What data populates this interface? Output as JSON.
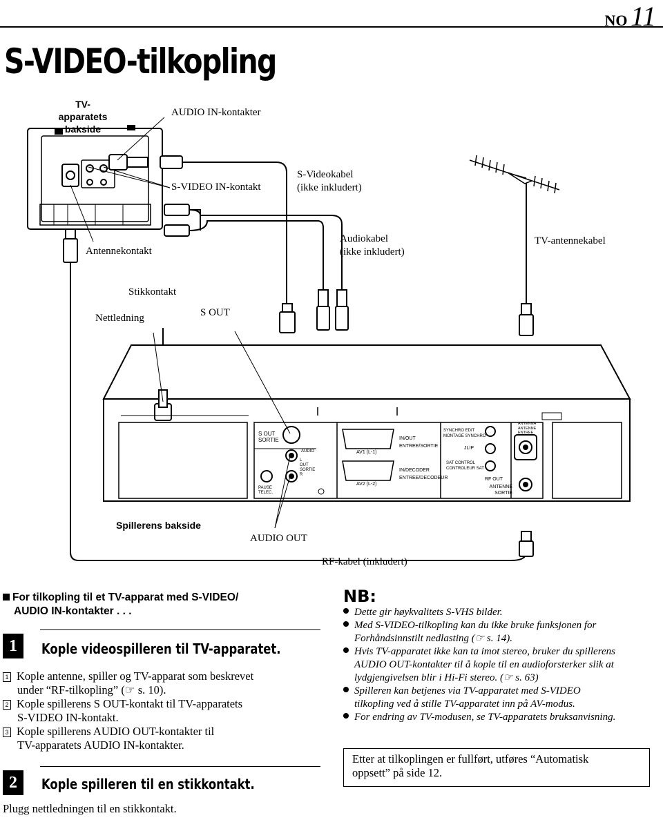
{
  "header": {
    "lang": "NO",
    "page_number": "11",
    "title": "S-VIDEO-tilkopling"
  },
  "diagram": {
    "tv_back_label_line1": "TV-apparatets",
    "tv_back_label_line2": "bakside",
    "audio_in_label": "AUDIO IN-kontakter",
    "svideo_in_label": "S-VIDEO IN-kontakt",
    "svideo_cable_line1": "S-Videokabel",
    "svideo_cable_line2": "(ikke inkludert)",
    "antenna_jack_label": "Antennekontakt",
    "audio_cable_line1": "Audiokabel",
    "audio_cable_line2": "(ikke inkludert)",
    "tv_antenna_cable_label": "TV-antennekabel",
    "outlet_label": "Stikkontakt",
    "power_cord_label": "Nettledning",
    "s_out_label": "S OUT",
    "player_back_label": "Spillerens bakside",
    "audio_out_label": "AUDIO OUT",
    "rf_cable_label": "RF-kabel (inkludert)",
    "panel": {
      "s_out": "S OUT",
      "sortie": "SORTIE",
      "audio": "AUDIO",
      "l": "L",
      "out": "OUT",
      "sortie2": "SORTIE",
      "r": "R",
      "pause": "PAUSE",
      "telec": "TELEC.",
      "av1": "AV1 (L-1)",
      "av2": "AV2 (L-2)",
      "in_out": "IN/OUT",
      "entree_sortie": "ENTREE/SORTIE",
      "in_decoder": "IN/DECODER",
      "entree_decodeur": "ENTREE/DECODEUR",
      "synchro_edit": "SYNCHRO EDIT",
      "montage_synchro": "MONTAGE SYNCHRO",
      "jlip": "JLIP",
      "sat_control": "SAT CONTROL",
      "controleur_sat": "CONTROLEUR SAT",
      "antenna_in": "ANTENNA",
      "antenne_in": "ANTENNE",
      "entree": "ENTREE",
      "rf_out": "RF OUT",
      "antenne_out": "ANTENNE",
      "sortie3": "SORTIE"
    }
  },
  "left": {
    "intro_line1": "For tilkopling til et TV-apparat med S-VIDEO/",
    "intro_line2": "AUDIO IN-kontakter . . .",
    "step1": {
      "number": "1",
      "title": "Kople videospilleren til TV-apparatet.",
      "items": [
        {
          "num": "1",
          "line1": "Kople antenne, spiller og TV-apparat som beskrevet",
          "line2": "under “RF-tilkopling” (☞ s. 10)."
        },
        {
          "num": "2",
          "line1": "Kople spillerens S OUT-kontakt til TV-apparatets",
          "line2": "S-VIDEO IN-kontakt."
        },
        {
          "num": "3",
          "line1": "Kople spillerens AUDIO OUT-kontakter til",
          "line2": "TV-apparatets AUDIO IN-kontakter."
        }
      ]
    },
    "step2": {
      "number": "2",
      "title": "Kople spilleren til en stikkontakt.",
      "body": "Plugg nettledningen til en stikkontakt."
    }
  },
  "right": {
    "nb_title": "NB:",
    "notes": [
      {
        "lines": [
          "Dette gir høykvalitets S-VHS bilder."
        ]
      },
      {
        "lines": [
          "Med S-VIDEO-tilkopling kan du ikke bruke funksjonen for",
          "Forhåndsinnstilt nedlasting (☞ s. 14)."
        ]
      },
      {
        "lines": [
          "Hvis TV-apparatet ikke kan ta imot stereo, bruker du spillerens",
          "AUDIO OUT-kontakter til å kople til en audioforsterker slik at",
          "lydgjengivelsen blir i Hi-Fi stereo. (☞ s. 63)"
        ]
      },
      {
        "lines": [
          "Spilleren kan betjenes via TV-apparatet med S-VIDEO",
          "tilkopling ved å stille TV-apparatet inn på AV-modus."
        ]
      },
      {
        "lines": [
          "For endring av TV-modusen, se TV-apparatets bruksanvisning."
        ]
      }
    ],
    "box_line1": "Etter at tilkoplingen er fullført, utføres “Automatisk",
    "box_line2": "oppsett” på side 12."
  }
}
